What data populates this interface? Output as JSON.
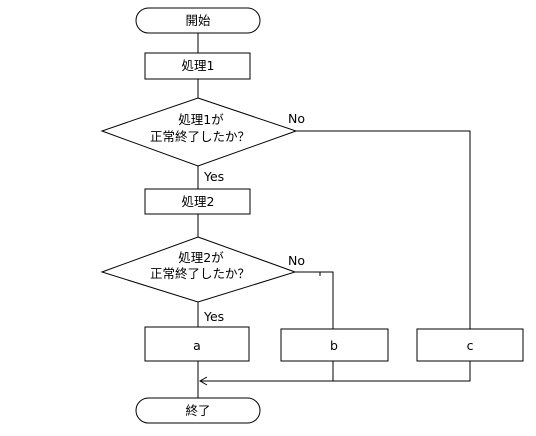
{
  "flowchart": {
    "start": "開始",
    "process1": "処理1",
    "decision1": {
      "line1": "処理1が",
      "line2": "正常終了したか？",
      "yes": "Yes",
      "no": "No"
    },
    "process2": "処理2",
    "decision2": {
      "line1": "処理2が",
      "line2": "正常終了したか？",
      "yes": "Yes",
      "no": "No"
    },
    "box_a": "a",
    "box_b": "b",
    "box_c": "c",
    "end": "終了"
  }
}
